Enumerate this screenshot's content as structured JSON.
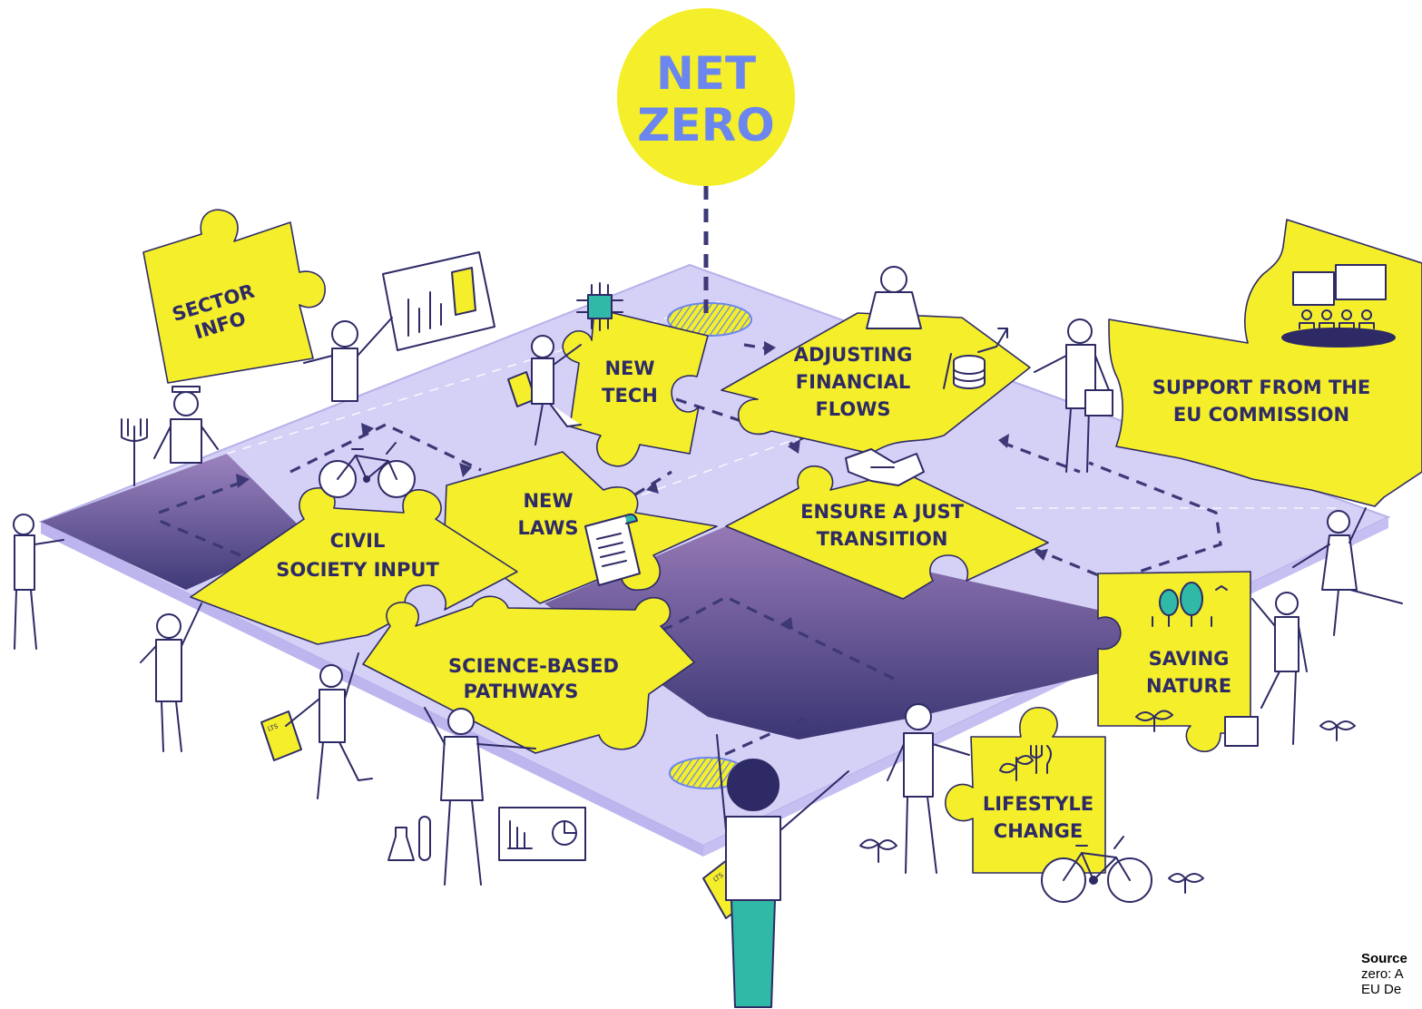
{
  "goal": {
    "line1": "NET",
    "line2": "ZERO"
  },
  "pieces": {
    "sector_info": [
      "SECTOR",
      "INFO"
    ],
    "new_tech": [
      "NEW",
      "TECH"
    ],
    "adjusting_financial_flows": [
      "ADJUSTING",
      "FINANCIAL",
      "FLOWS"
    ],
    "support_eu_commission": [
      "SUPPORT FROM THE",
      "EU COMMISSION"
    ],
    "new_laws": [
      "NEW",
      "LAWS"
    ],
    "ensure_just_transition": [
      "ENSURE A JUST",
      "TRANSITION"
    ],
    "civil_society_input": [
      "CIVIL",
      "SOCIETY INPUT"
    ],
    "science_based_pathways": [
      "SCIENCE-BASED",
      "PATHWAYS"
    ],
    "saving_nature": [
      "SAVING",
      "NATURE"
    ],
    "lifestyle_change": [
      "LIFESTYLE",
      "CHANGE"
    ]
  },
  "document_tag": "LTS",
  "colors": {
    "puzzle": "#f4ef2a",
    "board": "#d4d0f6",
    "board_dark": "#48427e",
    "outline": "#2e2a66",
    "goal_text": "#6b86ee",
    "teal": "#2fb9a6"
  },
  "source": {
    "label": "Source",
    "line2": "zero: A",
    "line3": "EU De"
  }
}
